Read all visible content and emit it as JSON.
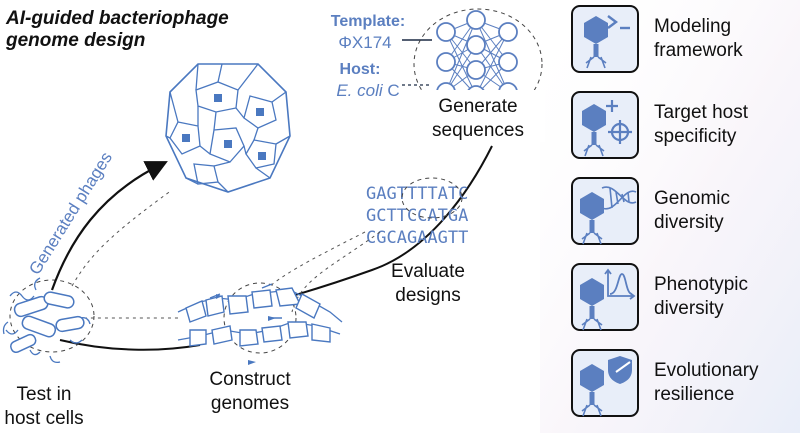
{
  "title": {
    "line1": "AI-guided bacteriophage",
    "line2": "genome design"
  },
  "template": {
    "label": "Template:",
    "value": "ΦX174"
  },
  "host": {
    "label": "Host:",
    "value_italic": "E. coli",
    "value_rest": " C"
  },
  "steps": {
    "generate": {
      "line1": "Generate",
      "line2": "sequences"
    },
    "evaluate": {
      "line1": "Evaluate",
      "line2": "designs"
    },
    "construct": {
      "line1": "Construct",
      "line2": "genomes"
    },
    "test": {
      "line1": "Test in",
      "line2": "host cells"
    }
  },
  "sequences": [
    "GAGTTTTATC",
    "GCTTCCATGA",
    "CGCAGAAGTT"
  ],
  "generated_phages": "Generated phages",
  "panels": [
    {
      "icon": "terminal-prompt-icon",
      "line1": "Modeling",
      "line2": "framework"
    },
    {
      "icon": "target-crosshair-icon",
      "line1": "Target host",
      "line2": "specificity"
    },
    {
      "icon": "dna-helix-icon",
      "line1": "Genomic",
      "line2": "diversity"
    },
    {
      "icon": "distribution-curve-icon",
      "line1": "Phenotypic",
      "line2": "diversity"
    },
    {
      "icon": "shield-icon",
      "line1": "Evolutionary",
      "line2": "resilience"
    }
  ],
  "colors": {
    "accent": "#5b7fc0",
    "dark": "#1b2a44",
    "text": "#111111"
  }
}
